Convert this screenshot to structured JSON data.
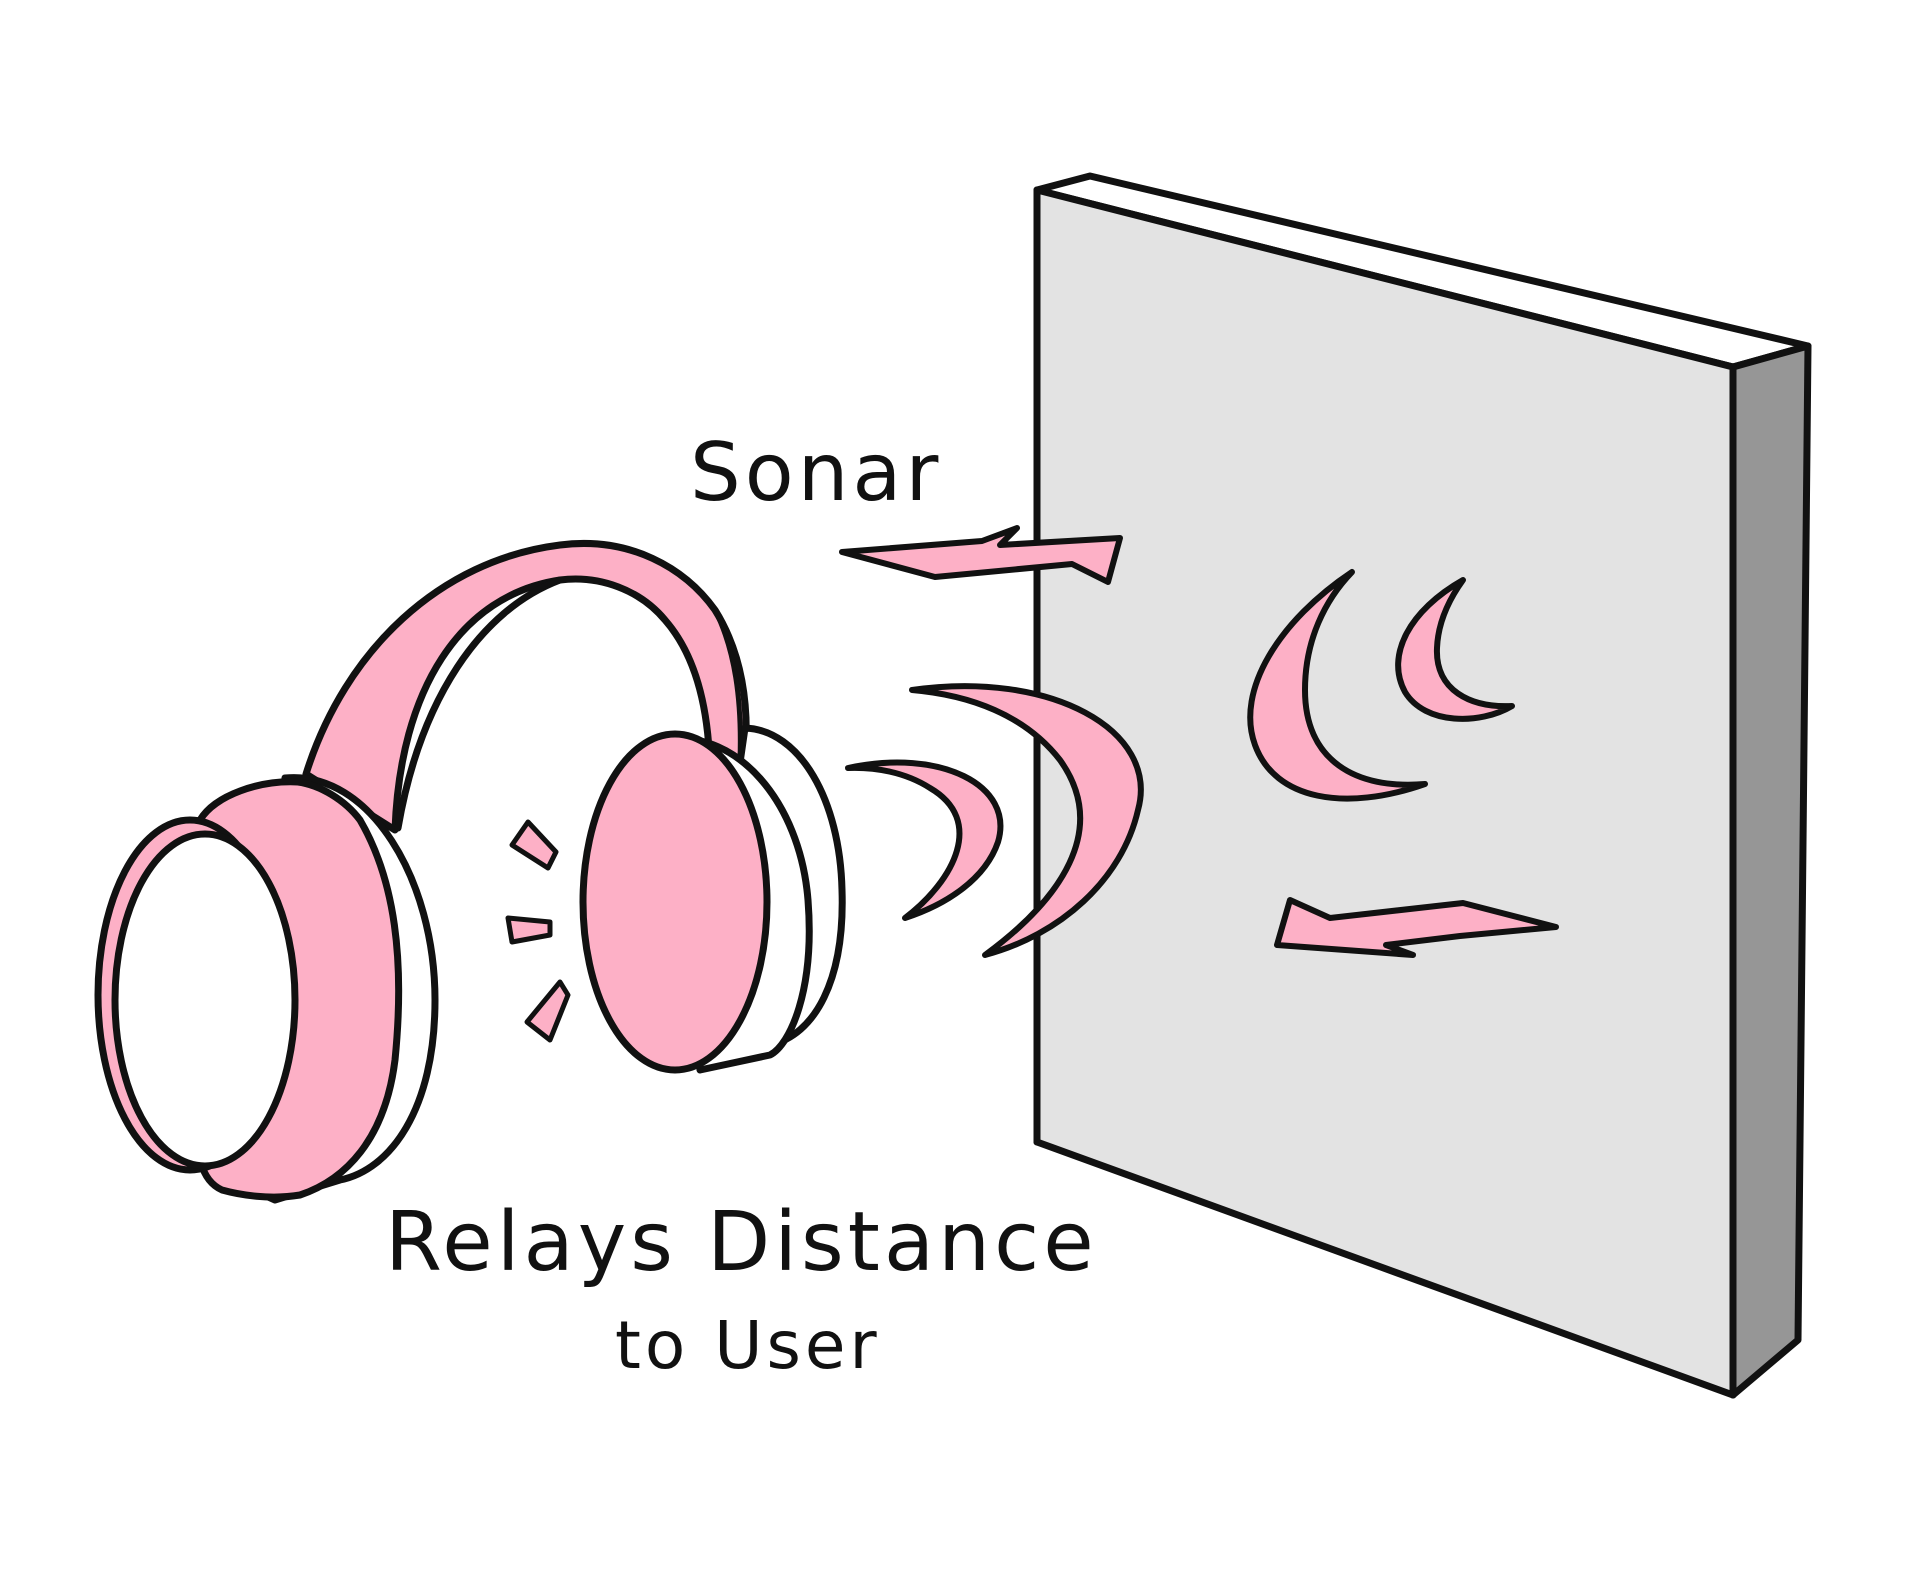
{
  "labels": {
    "sonar": "Sonar",
    "relays_line1": "Relays Distance",
    "relays_line2": "to User"
  },
  "colors": {
    "accent_pink": "#FDB0C6",
    "outline": "#111111",
    "wall_face": "#E3E3E3",
    "wall_side": "#969696",
    "wall_top": "#FFFFFF",
    "background": "#FFFFFF"
  },
  "icons": {
    "device": "headphones-icon",
    "obstacle": "wall-panel",
    "signal_out": "arrow-right-icon",
    "signal_back": "arrow-left-icon"
  }
}
